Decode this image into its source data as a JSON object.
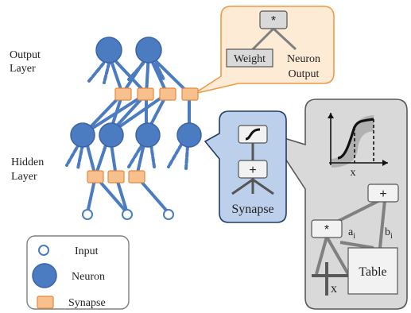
{
  "layers": {
    "output": [
      "Output",
      "Layer"
    ],
    "hidden": [
      "Hidden",
      "Layer"
    ]
  },
  "legend": {
    "input": "Input",
    "neuron": "Neuron",
    "synapse": "Synapse"
  },
  "output_callout": {
    "operator": "*",
    "weight": "Weight",
    "neuron_output": [
      "Neuron",
      "Output"
    ]
  },
  "synapse_callout": {
    "operator_plus": "+",
    "title": "Synapse"
  },
  "detail_callout": {
    "x_axis": "x",
    "plus": "+",
    "times": "*",
    "a_label": "a",
    "a_sub": "i",
    "b_label": "b",
    "b_sub": "i",
    "table": "Table",
    "x_input": "x"
  },
  "colors": {
    "neuron": "#4b7bc0",
    "neuron_edge": "#3a64a6",
    "synapse_fill": "#f8c08c",
    "synapse_edge": "#e08a40",
    "callout_orange_fill": "#fdebd6",
    "callout_orange_edge": "#ee9a44",
    "callout_blue_fill": "#bcd0ec",
    "callout_blue_edge": "#1f3d6b",
    "callout_gray_fill": "#d9d9d9",
    "callout_gray_edge": "#595959"
  }
}
